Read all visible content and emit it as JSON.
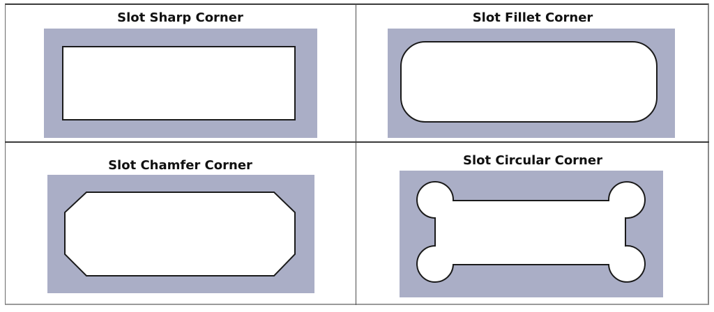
{
  "colors": {
    "panel_fill": "#aaaec6",
    "slot_fill": "#ffffff",
    "slot_stroke": "#1a1a1a",
    "border": "#3a3a3a"
  },
  "cells": [
    {
      "title": "Slot Sharp Corner",
      "shape": "rectangle"
    },
    {
      "title": "Slot Fillet Corner",
      "shape": "rounded-rectangle"
    },
    {
      "title": "Slot Chamfer Corner",
      "shape": "chamfered-octagon"
    },
    {
      "title": "Slot Circular Corner",
      "shape": "dogbone-circular-relief"
    }
  ]
}
